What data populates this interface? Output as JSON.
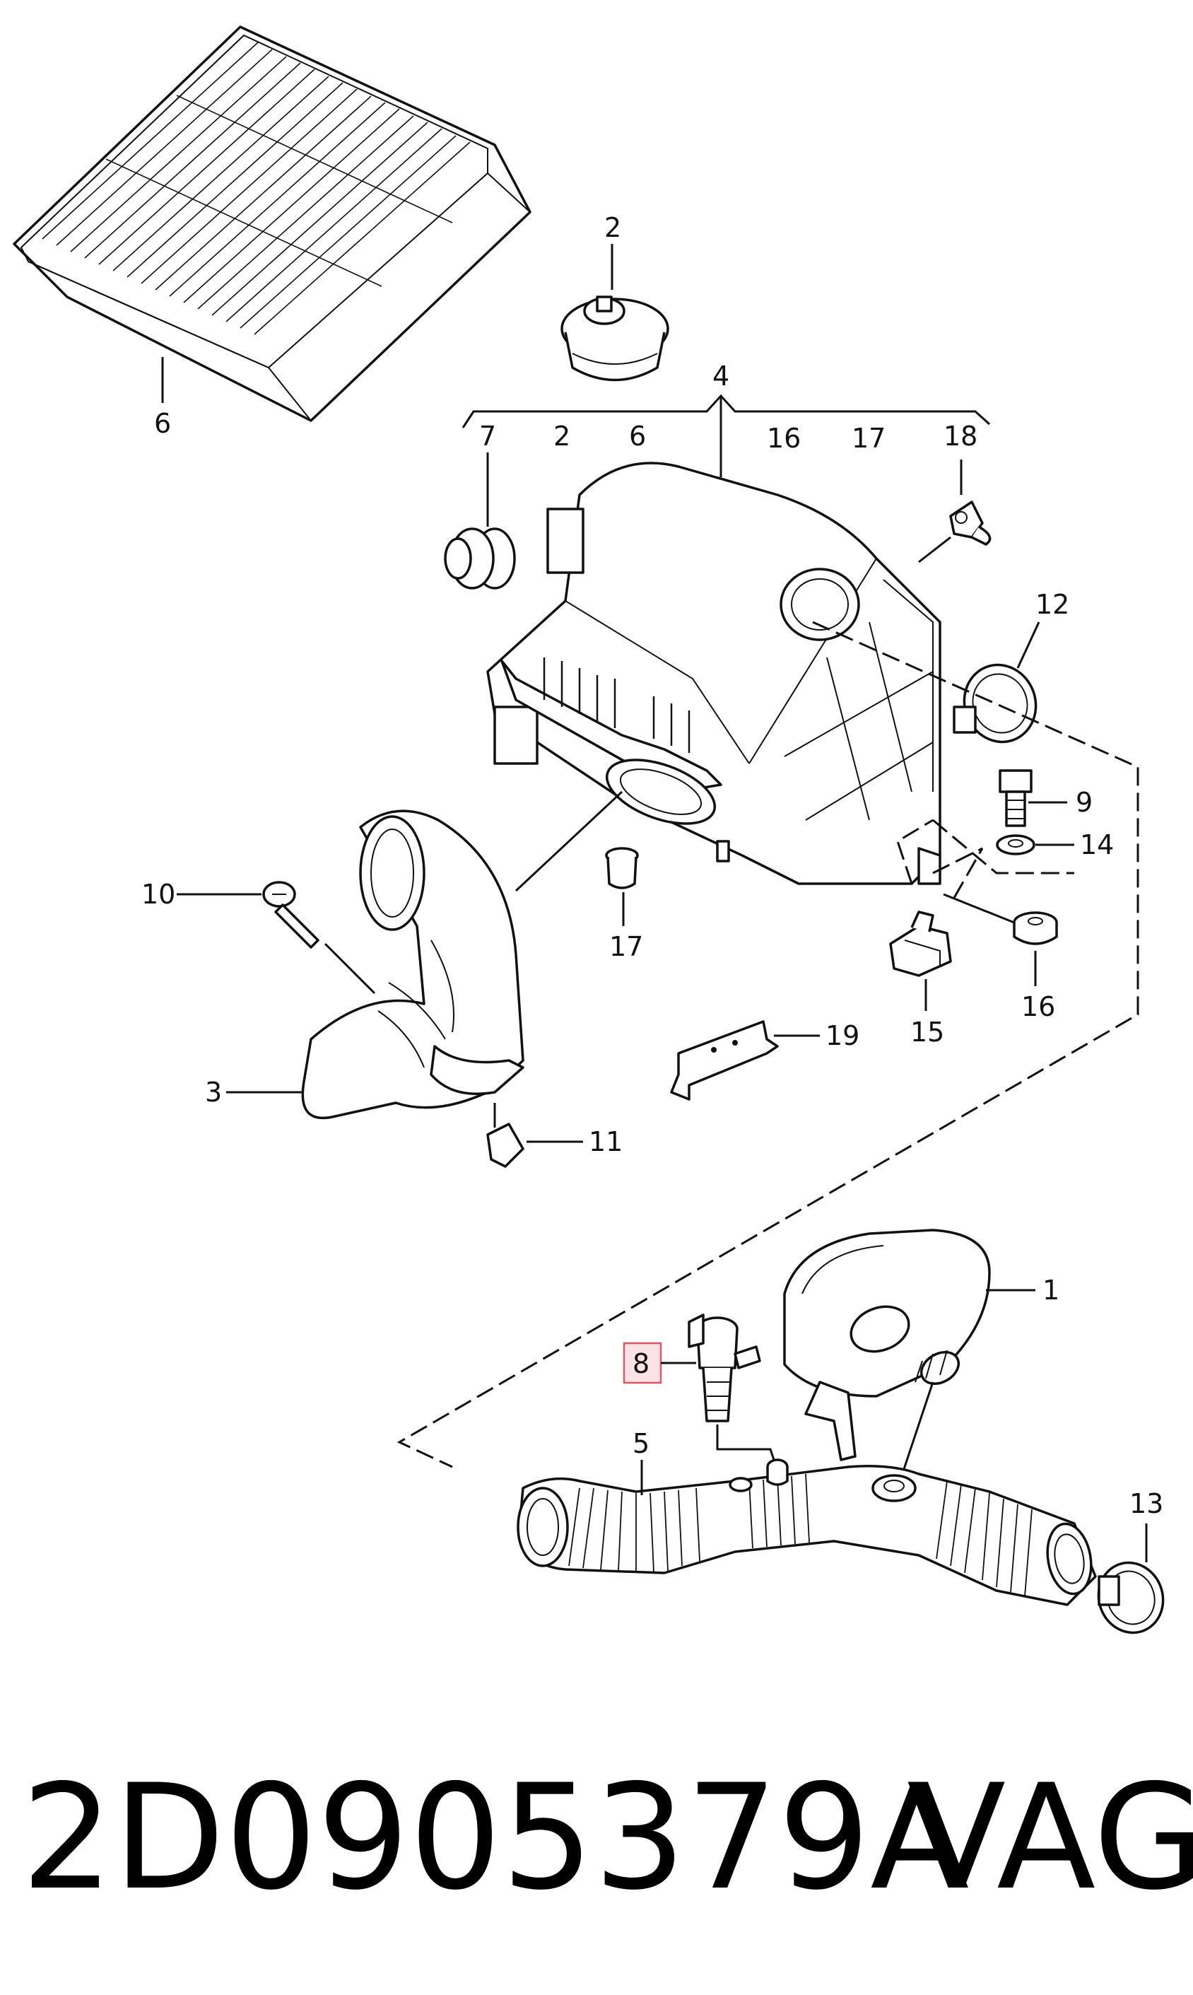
{
  "diagram": {
    "part_numbers": [
      "1",
      "2",
      "3",
      "4",
      "5",
      "6",
      "7",
      "8",
      "9",
      "10",
      "11",
      "12",
      "13",
      "14",
      "15",
      "16",
      "17",
      "18",
      "19"
    ],
    "group_4_members": [
      "7",
      "2",
      "6",
      "16",
      "17",
      "18"
    ],
    "labels": {
      "p6": "6",
      "p2": "2",
      "p4": "4",
      "g7": "7",
      "g2": "2",
      "g6": "6",
      "g16": "16",
      "g17": "17",
      "g18": "18",
      "p12": "12",
      "p9": "9",
      "p14": "14",
      "p10": "10",
      "p17": "17",
      "p15": "15",
      "p16": "16",
      "p19": "19",
      "p3": "3",
      "p11": "11",
      "p1": "1",
      "p8": "8",
      "p5": "5",
      "p13": "13"
    },
    "highlighted_part": "8",
    "highlight_color": "#e0575f"
  },
  "caption": {
    "part_number": "2D0905379A",
    "brand": "VAG"
  }
}
